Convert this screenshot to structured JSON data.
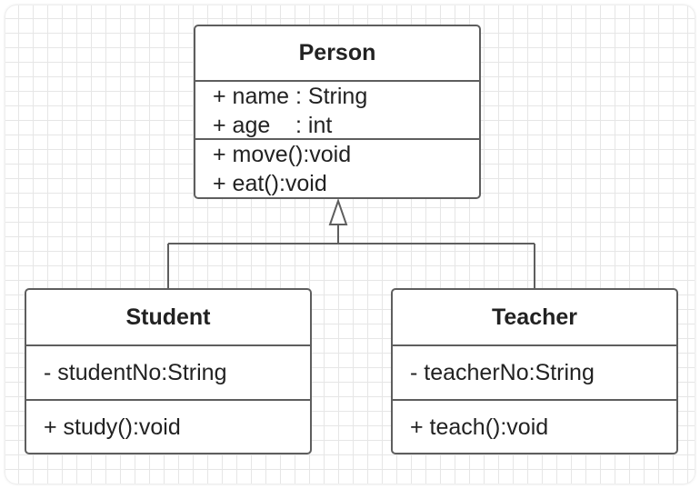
{
  "diagram": {
    "classes": {
      "person": {
        "name": "Person",
        "attributes": [
          "+ name : String",
          "+ age    : int"
        ],
        "operations": [
          "+ move():void",
          "+ eat():void"
        ]
      },
      "student": {
        "name": "Student",
        "attributes": [
          "- studentNo:String"
        ],
        "operations": [
          "+ study():void"
        ]
      },
      "teacher": {
        "name": "Teacher",
        "attributes": [
          "- teacherNo:String"
        ],
        "operations": [
          "+ teach():void"
        ]
      }
    },
    "relations": [
      {
        "type": "generalization",
        "from": "Student",
        "to": "Person"
      },
      {
        "type": "generalization",
        "from": "Teacher",
        "to": "Person"
      }
    ],
    "colors": {
      "stroke": "#5e5e5e",
      "grid": "#e6e6e6",
      "text": "#222222"
    }
  }
}
